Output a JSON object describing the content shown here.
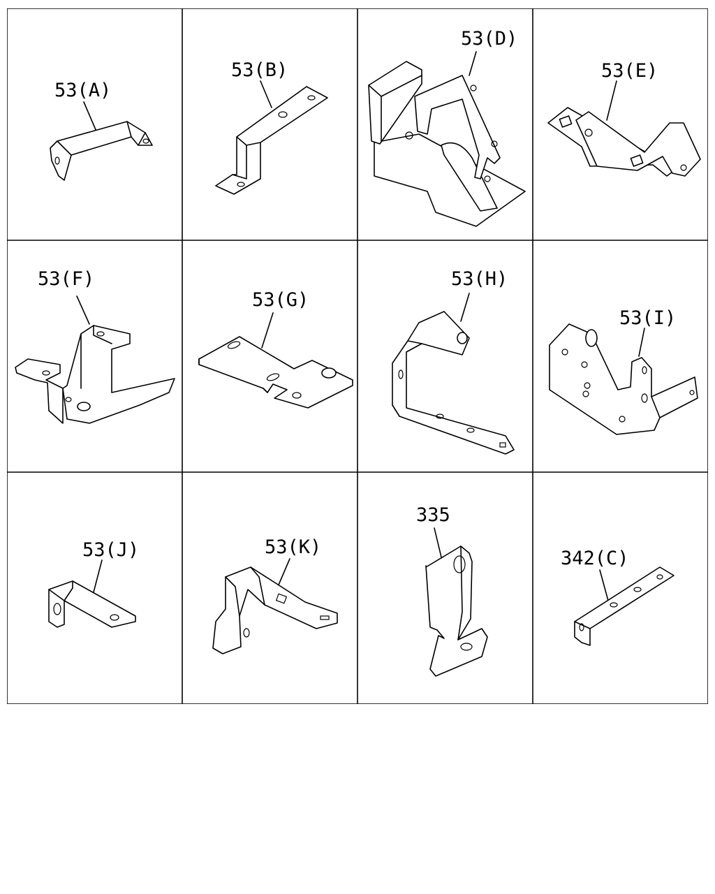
{
  "parts": [
    {
      "id": "53A",
      "label": "53(A)"
    },
    {
      "id": "53B",
      "label": "53(B)"
    },
    {
      "id": "53D",
      "label": "53(D)"
    },
    {
      "id": "53E",
      "label": "53(E)"
    },
    {
      "id": "53F",
      "label": "53(F)"
    },
    {
      "id": "53G",
      "label": "53(G)"
    },
    {
      "id": "53H",
      "label": "53(H)"
    },
    {
      "id": "53I",
      "label": "53(I)"
    },
    {
      "id": "53J",
      "label": "53(J)"
    },
    {
      "id": "53K",
      "label": "53(K)"
    },
    {
      "id": "335",
      "label": "335"
    },
    {
      "id": "342C",
      "label": "342(C)"
    }
  ]
}
